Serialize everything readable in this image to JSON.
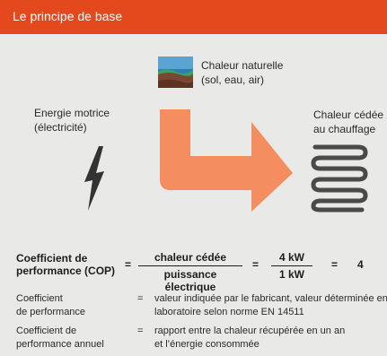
{
  "header": {
    "title": "Le principe de base"
  },
  "diagram": {
    "natural_heat": {
      "line1": "Chaleur naturelle",
      "line2": "(sol, eau, air)"
    },
    "energy_input": {
      "line1": "Energie motrice",
      "line2": "(électricité)"
    },
    "heat_output": {
      "line1": "Chaleur cédée",
      "line2": "au chauffage"
    }
  },
  "formula": {
    "label_line1": "Coefficient de",
    "label_line2": "performance (COP)",
    "equals": "=",
    "fraction1_numerator": "chaleur cédée",
    "fraction1_denominator": "puissance électrique",
    "fraction2_numerator": "4 kW",
    "fraction2_denominator": "1 kW",
    "result": "4"
  },
  "definitions": [
    {
      "term_line1": "Coefficient",
      "term_line2": "de performance",
      "equals": "=",
      "text_line1": "valeur indiquée par le fabricant, valeur déterminée en",
      "text_line2": "laboratoire selon norme EN 14511"
    },
    {
      "term_line1": "Coefficient de",
      "term_line2": "performance annuel",
      "equals": "=",
      "text_line1": "rapport entre la chaleur récupérée en un an",
      "text_line2": "et l’énergie consommée"
    }
  ],
  "colors": {
    "header": "#e4481d",
    "arrow": "#f48d60",
    "background": "#e9e9e7",
    "coil": "#4a4a4a"
  }
}
